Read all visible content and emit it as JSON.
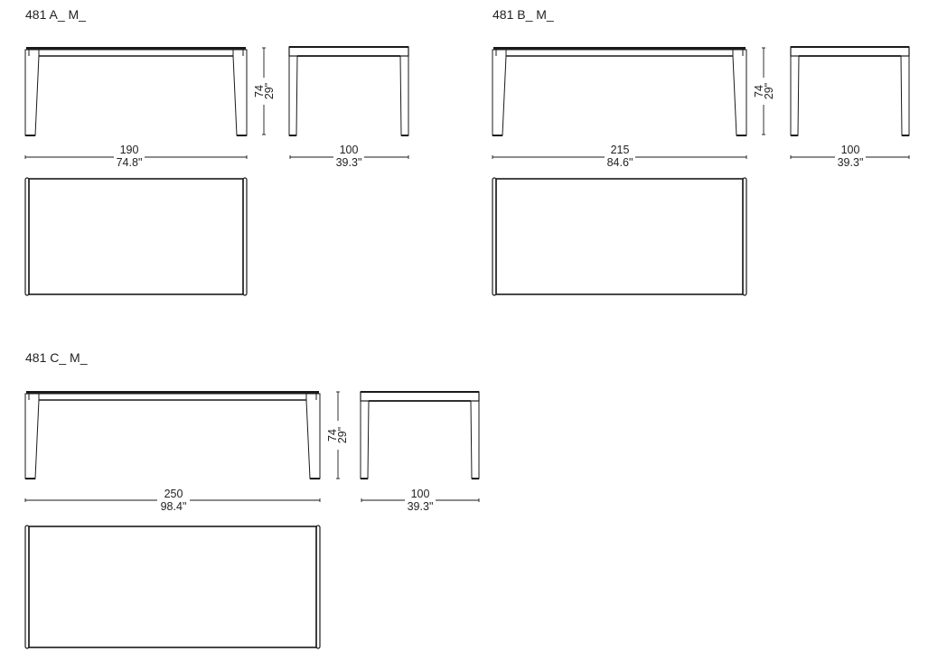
{
  "tables": [
    {
      "model": "481 A_ M_",
      "length_cm": "190",
      "length_in": "74.8\"",
      "depth_cm": "100",
      "depth_in": "39.3\"",
      "height_cm": "74",
      "height_in": "29\""
    },
    {
      "model": "481 B_ M_",
      "length_cm": "215",
      "length_in": "84.6\"",
      "depth_cm": "100",
      "depth_in": "39.3\"",
      "height_cm": "74",
      "height_in": "29\""
    },
    {
      "model": "481 C_ M_",
      "length_cm": "250",
      "length_in": "98.4\"",
      "depth_cm": "100",
      "depth_in": "39.3\"",
      "height_cm": "74",
      "height_in": "29\""
    }
  ],
  "colors": {
    "line": "#1a1a1a",
    "background": "#ffffff"
  }
}
